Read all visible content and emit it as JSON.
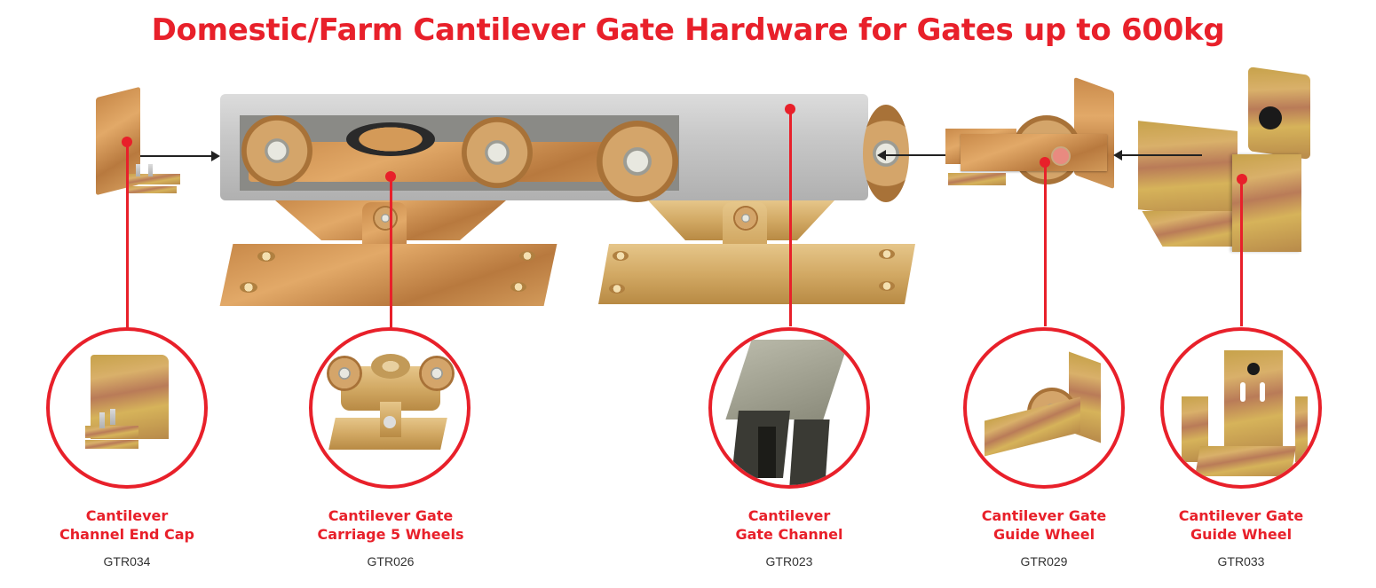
{
  "title": "Domestic/Farm Cantilever Gate Hardware for Gates up to 600kg",
  "colors": {
    "accent_red": "#e8202a",
    "code_text": "#333333",
    "arrow": "#222222"
  },
  "products": [
    {
      "name_line1": "Cantilever",
      "name_line2": "Channel End Cap",
      "code": "GTR034",
      "icon": "end-cap-icon"
    },
    {
      "name_line1": "Cantilever Gate",
      "name_line2": "Carriage 5 Wheels",
      "code": "GTR026",
      "icon": "carriage-icon"
    },
    {
      "name_line1": "Cantilever",
      "name_line2": "Gate Channel",
      "code": "GTR023",
      "icon": "channel-icon"
    },
    {
      "name_line1": "Cantilever Gate",
      "name_line2": "Guide Wheel",
      "code": "GTR029",
      "icon": "guide-wheel-icon"
    },
    {
      "name_line1": "Cantilever Gate",
      "name_line2": "Guide Wheel",
      "code": "GTR033",
      "icon": "guide-bracket-icon"
    }
  ]
}
